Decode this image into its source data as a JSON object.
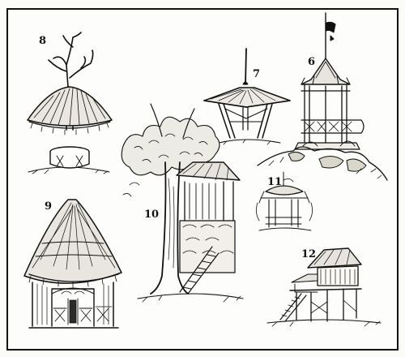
{
  "plate": {
    "figures": [
      {
        "number": "6",
        "subject": "octagonal-pavilion-on-rocks"
      },
      {
        "number": "7",
        "subject": "open-roof-shelter"
      },
      {
        "number": "8",
        "subject": "thatched-tree-umbrella"
      },
      {
        "number": "9",
        "subject": "thatched-round-hut"
      },
      {
        "number": "10",
        "subject": "tree-house-platform"
      },
      {
        "number": "11",
        "subject": "small-arbor"
      },
      {
        "number": "12",
        "subject": "stilt-hut-with-stairs"
      }
    ]
  },
  "colors": {
    "ink": "#111111",
    "paper": "#fdfdfb"
  }
}
